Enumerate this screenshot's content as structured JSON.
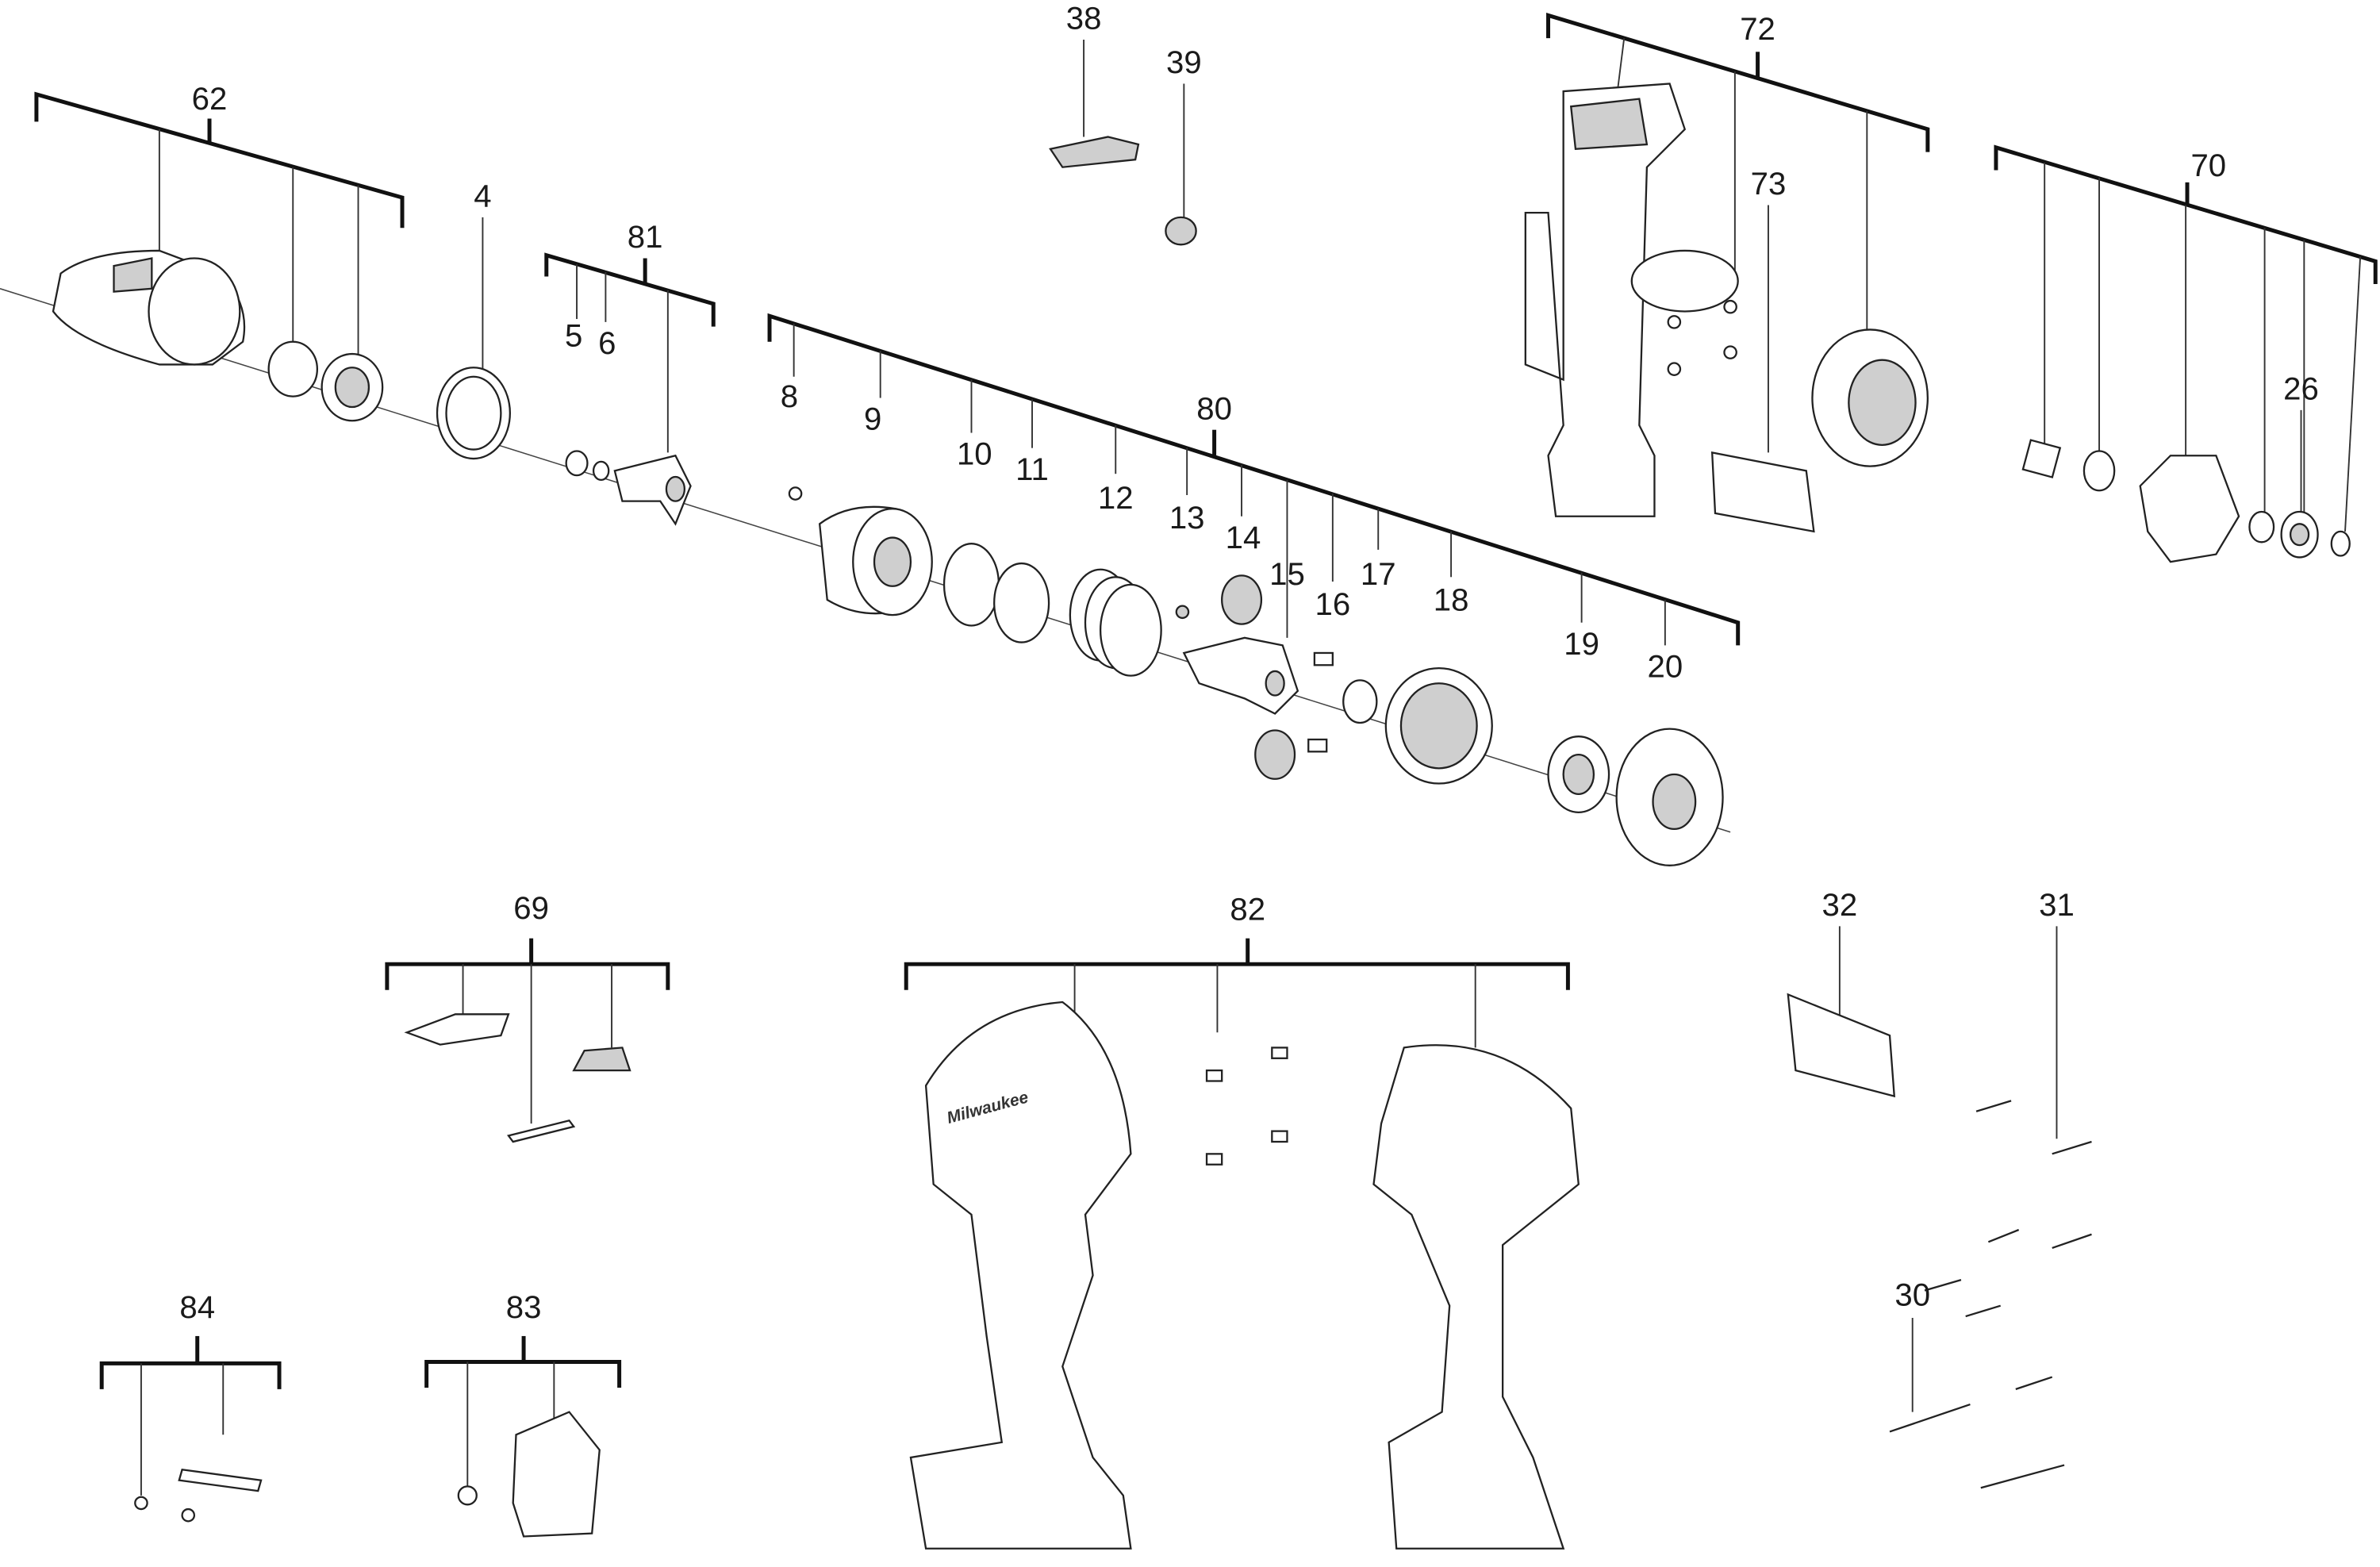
{
  "diagram_title": "",
  "callouts": {
    "c62": "62",
    "c4": "4",
    "c81": "81",
    "c5": "5",
    "c6": "6",
    "c38": "38",
    "c39": "39",
    "c72": "72",
    "c73": "73",
    "c70": "70",
    "c26": "26",
    "c8": "8",
    "c9": "9",
    "c10": "10",
    "c11": "11",
    "c80": "80",
    "c12": "12",
    "c13": "13",
    "c14": "14",
    "c15": "15",
    "c16": "16",
    "c17": "17",
    "c18": "18",
    "c19": "19",
    "c20": "20",
    "c69": "69",
    "c82": "82",
    "c32": "32",
    "c31": "31",
    "c84": "84",
    "c83": "83",
    "c30": "30"
  },
  "logo_text": "Milwaukee",
  "colors": {
    "line": "#111111",
    "part_fill": "#ffffff",
    "part_shade": "#cfcfcf"
  }
}
